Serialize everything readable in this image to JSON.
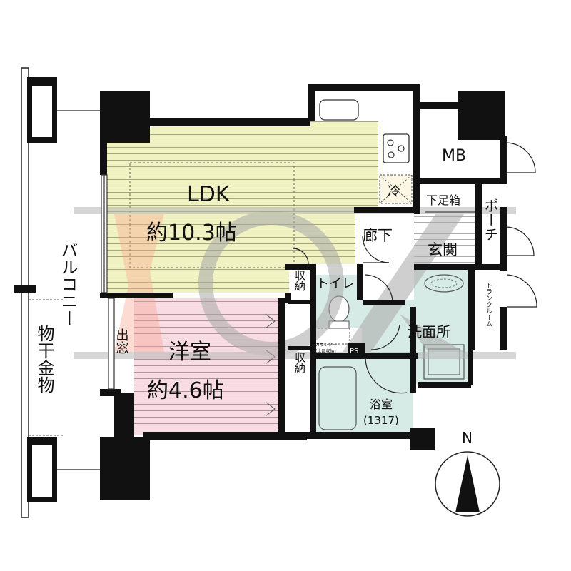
{
  "rooms": {
    "ldk_name": "LDK",
    "ldk_size": "約10.3帖",
    "western_name": "洋室",
    "western_size": "約4.6帖",
    "storage_1": "収納",
    "storage_2": "収納",
    "toilet": "トイレ",
    "counter": "カウンター",
    "counter_note": "(上部収納)",
    "ps": "PS",
    "washroom": "洗面所",
    "bath": "浴室",
    "bath_size": "(1317)",
    "hallway": "廊下",
    "entrance": "玄関",
    "shoe_box": "下足箱",
    "mb": "MB",
    "porch": "ポーチ",
    "trunk_room": "トランクルーム",
    "bay_window": "出窓",
    "fridge": "冷",
    "balcony": "バルコニー",
    "laundry_rack": "物干金物"
  },
  "compass": {
    "north_label": "N"
  },
  "colors": {
    "ldk_fill": "#f1f2c2",
    "western_fill": "#f7dce4",
    "wet_fill": "#d7ebe6",
    "wall": "#111111",
    "watermark": "#9a9a9a"
  }
}
